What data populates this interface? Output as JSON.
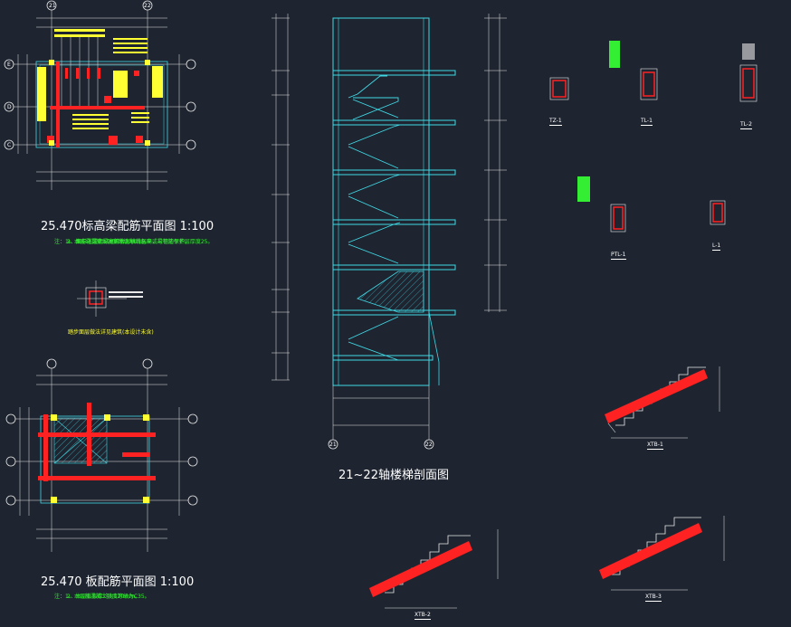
{
  "colors": {
    "background": "#1f2530",
    "line": "#e8e8e8",
    "cyan": "#3fd9e6",
    "rebar": "#ff2222",
    "text_yellow": "#ffff33",
    "text_green": "#33ee33",
    "hatch": "#2f8fa0"
  },
  "titles": {
    "plan_top": "25.470标高梁配筋平面图  1:100",
    "section": "21~22轴楼梯剖面图",
    "plan_bottom": "25.470  板配筋平面图  1:100"
  },
  "notes": {
    "plan_top": [
      "注：1、本层梁混凝土强度等级为C35。",
      "2、图中未注明梁定位均为轴线居中或与柱边平齐。",
      "3、未标注梁顶标高同本层结构标高，梁钢筋保护层厚度25。"
    ],
    "plan_bottom": [
      "注：1、本层板混凝土强度等级为C35。",
      "2、本层板板厚均为120mm。"
    ]
  },
  "axes": {
    "top": [
      "21",
      "22"
    ],
    "side": [
      "E",
      "D",
      "C"
    ]
  },
  "elements": {
    "tz1": "TZ-1",
    "tl1": "TL-1",
    "tl2": "TL-2",
    "ptl1": "PTL-1",
    "l1": "L-1",
    "xtb1": "XTB-1",
    "xtb2": "XTB-2",
    "xtb3": "XTB-3",
    "stair_note": "踏步面层做法详见建筑(本设计未含)"
  }
}
